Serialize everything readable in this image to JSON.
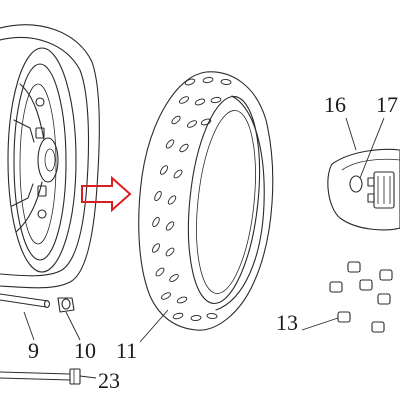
{
  "diagram": {
    "callouts": {
      "c9": "9",
      "c10": "10",
      "c11": "11",
      "c13": "13",
      "c16": "16",
      "c17": "17",
      "c23": "23"
    },
    "arrow_color": "#d81e1e"
  }
}
